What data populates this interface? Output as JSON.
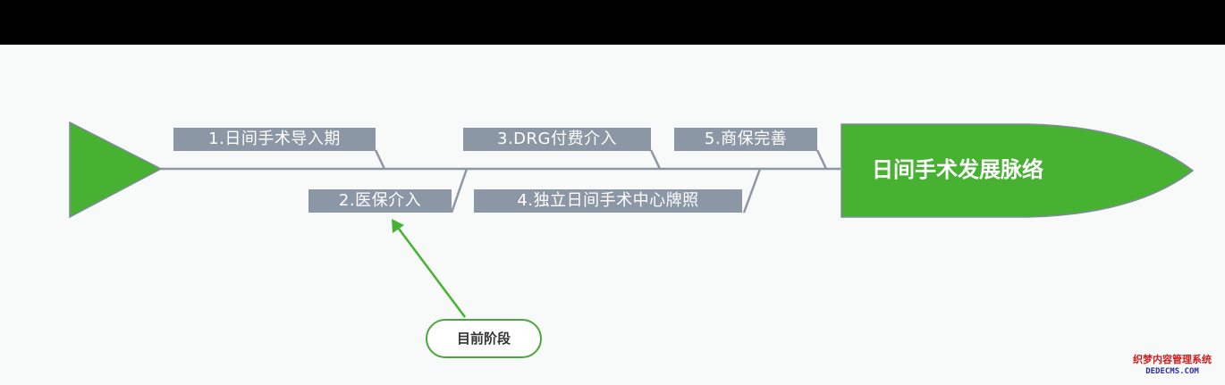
{
  "diagram": {
    "head_label": "日间手术发展脉络",
    "stages": [
      "1.日间手术导入期",
      "2.医保介入",
      "3.DRG付费介入",
      "4.独立日间手术中心牌照",
      "5.商保完善"
    ],
    "callout_label": "目前阶段"
  },
  "watermark": {
    "cn": "织梦内容管理系统",
    "en": "DEDECMS.COM"
  },
  "colors": {
    "green": "#47b232",
    "label_bg": "#8c97a6",
    "spine": "#8c97a6",
    "topbar": "#000000"
  }
}
